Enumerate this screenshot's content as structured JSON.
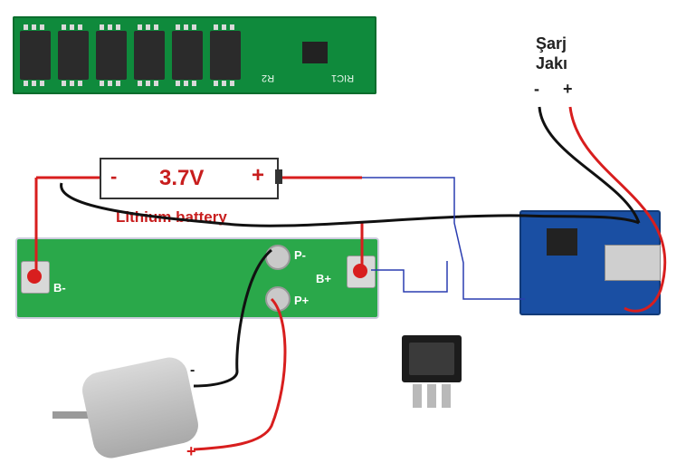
{
  "top_board": {
    "labels": [
      "R2",
      "RIC1"
    ]
  },
  "battery": {
    "minus": "-",
    "voltage": "3.7V",
    "plus": "+",
    "caption": "Lithium battery"
  },
  "protection_board": {
    "b_minus": "B-",
    "p_minus": "P-",
    "b_plus": "B+",
    "p_plus": "P+"
  },
  "charge_jack": {
    "title_line1": "Şarj",
    "title_line2": "Jakı",
    "minus": "-",
    "plus": "+"
  },
  "motor": {
    "minus": "-",
    "plus": "+"
  },
  "colors": {
    "pcb_green": "#0f8a3c",
    "charger_blue": "#1a4fa3",
    "wire_red": "#d81e1e",
    "wire_black": "#111111",
    "wire_blue": "#2a3db0"
  }
}
